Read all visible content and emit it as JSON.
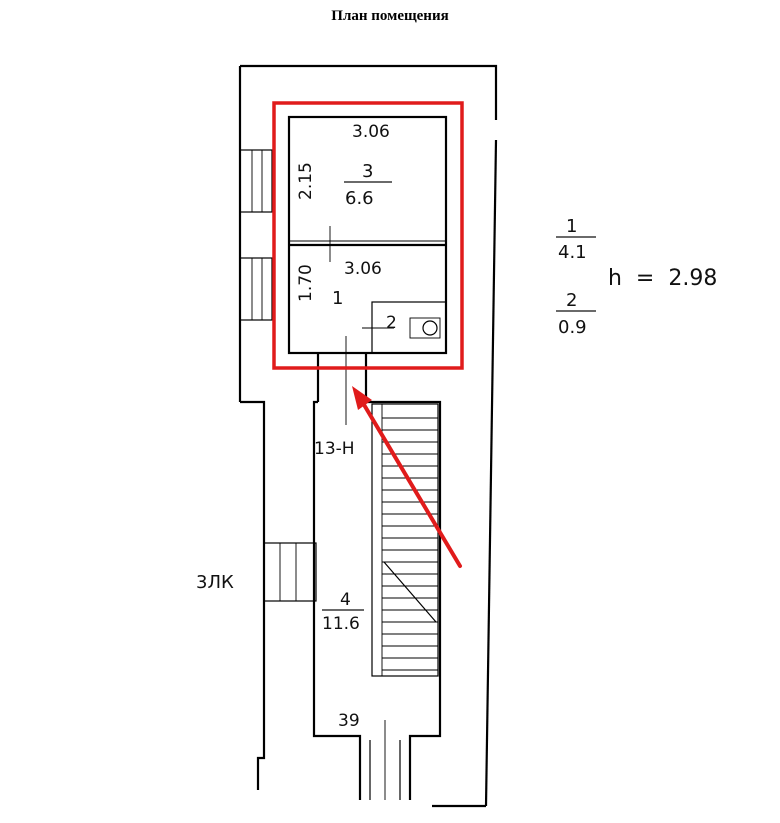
{
  "title": "План помещения",
  "rooms": {
    "room3": {
      "number": "3",
      "area": "6.6",
      "width": "3.06",
      "length": "2.15"
    },
    "room1": {
      "number": "1",
      "width": "3.06",
      "length": "1.70"
    },
    "room2": {
      "number": "2"
    },
    "room4": {
      "number": "4",
      "area": "11.6"
    }
  },
  "legend": {
    "item1_number": "1",
    "item1_area": "4.1",
    "item2_number": "2",
    "item2_area": "0.9",
    "height": "h  =  2.98"
  },
  "labels": {
    "premises": "13-Н",
    "entrance": "3ЛК",
    "number_39": "39"
  },
  "colors": {
    "highlight": "#e01b1b",
    "line": "#000000"
  }
}
